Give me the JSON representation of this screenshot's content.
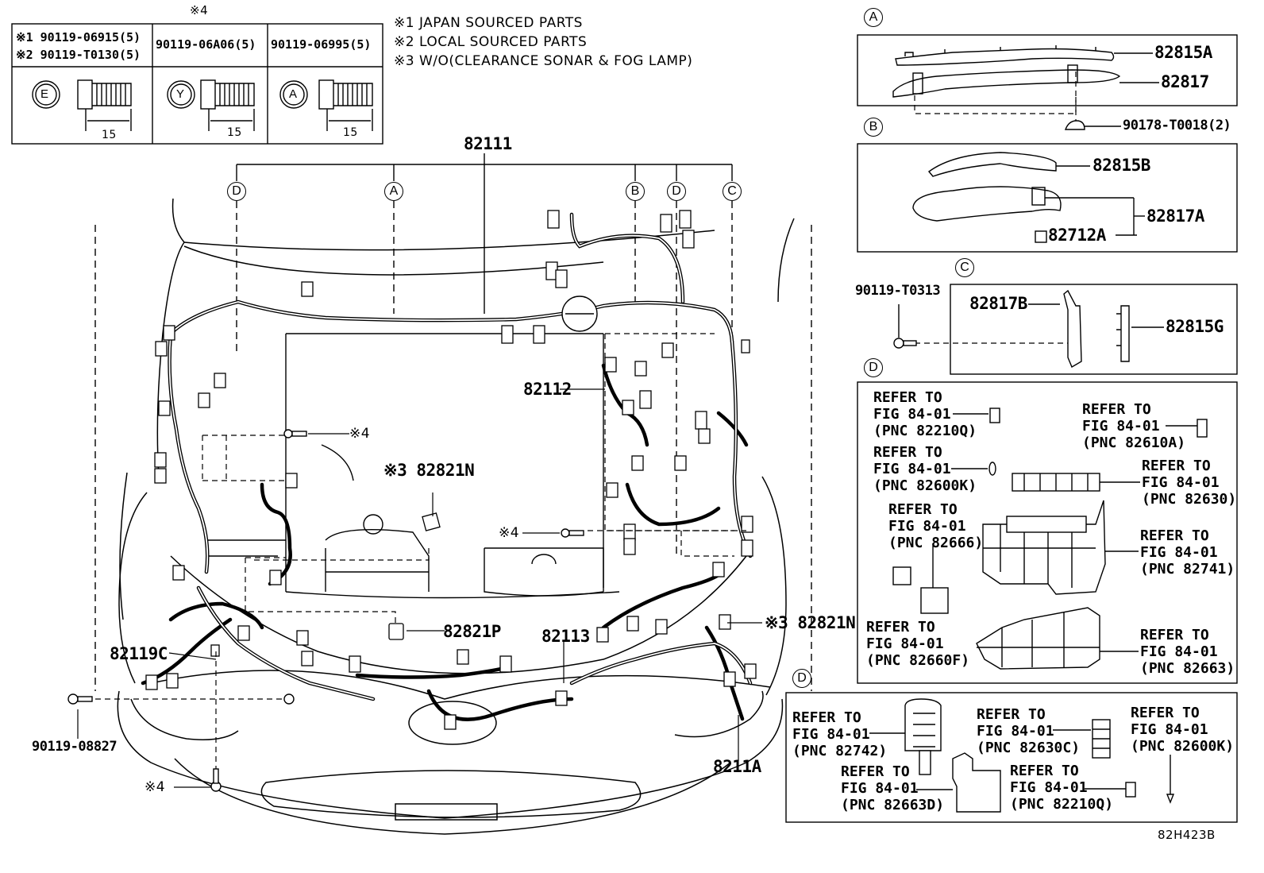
{
  "fastener_table": {
    "mark": "※4",
    "col1_line1": "※1 90119-06915(5)",
    "col1_line2": "※2 90119-T0130(5)",
    "col2": "90119-06A06(5)",
    "col3": "90119-06995(5)",
    "heads": [
      "E",
      "Y",
      "A"
    ],
    "length": "15"
  },
  "notes": [
    "※1 JAPAN SOURCED PARTS",
    "※2 LOCAL SOURCED PARTS",
    "※3 W/O(CLEARANCE SONAR & FOG LAMP)"
  ],
  "main": {
    "callouts": [
      "D",
      "A",
      "B",
      "D",
      "C"
    ],
    "parts": {
      "p82111": "82111",
      "p82112": "82112",
      "p82821n_left": "※3 82821N",
      "p82821n_right": "※3 82821N",
      "p82821p": "82821P",
      "p82113": "82113",
      "p82119c": "82119C",
      "p8211a": "8211A",
      "p90119_08827": "90119-08827",
      "mark4_a": "※4",
      "mark4_b": "※4",
      "mark4_c": "※4"
    }
  },
  "detail_a": {
    "letter": "A",
    "p1": "82815A",
    "p2": "82817",
    "p3": "90178-T0018(2)"
  },
  "detail_b": {
    "letter": "B",
    "p1": "82815B",
    "p2": "82817A",
    "p3": "82712A"
  },
  "detail_c": {
    "letter": "C",
    "bolt": "90119-T0313",
    "p1": "82817B",
    "p2": "82815G"
  },
  "detail_d1": {
    "letter": "D",
    "refs": [
      "REFER TO\nFIG 84-01\n(PNC 82210Q)",
      "REFER TO\nFIG 84-01\n(PNC 82610A)",
      "REFER TO\nFIG 84-01\n(PNC 82600K)",
      "REFER TO\nFIG 84-01\n(PNC 82630)",
      "REFER TO\nFIG 84-01\n(PNC 82666)",
      "REFER TO\nFIG 84-01\n(PNC 82741)",
      "REFER TO\nFIG 84-01\n(PNC 82660F)",
      "REFER TO\nFIG 84-01\n(PNC 82663)"
    ]
  },
  "detail_d2": {
    "letter": "D",
    "refs": [
      "REFER TO\nFIG 84-01\n(PNC 82742)",
      "REFER TO\nFIG 84-01\n(PNC 82630C)",
      "REFER TO\nFIG 84-01\n(PNC 82600K)",
      "REFER TO\nFIG 84-01\n(PNC 82663D)",
      "REFER TO\nFIG 84-01\n(PNC 82210Q)"
    ]
  },
  "figure_code": "82H423B"
}
